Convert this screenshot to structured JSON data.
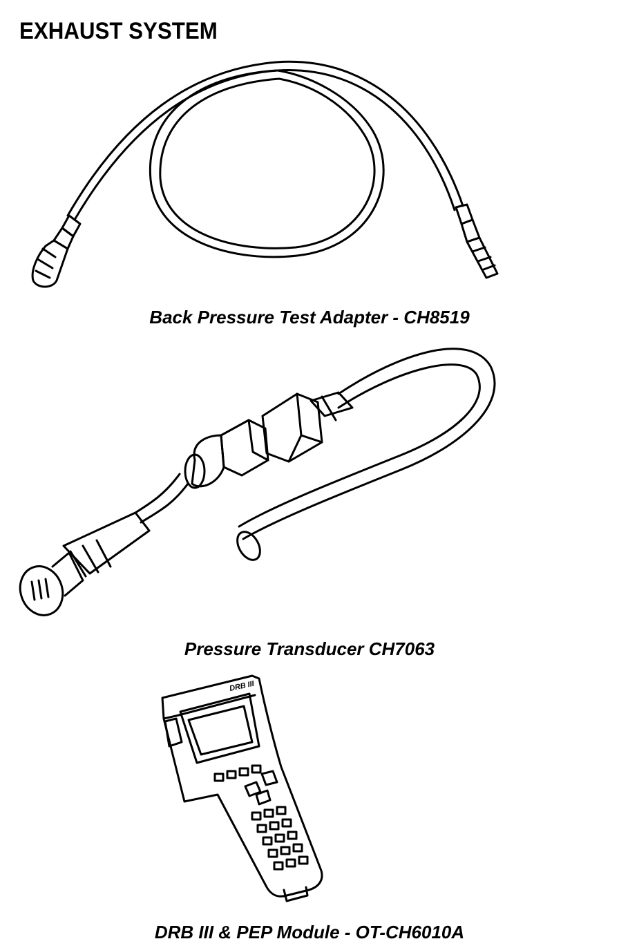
{
  "section_title": "EXHAUST SYSTEM",
  "tools": [
    {
      "caption": "Back Pressure Test Adapter - CH8519",
      "icon": "back-pressure-test-adapter"
    },
    {
      "caption": "Pressure Transducer CH7063",
      "icon": "pressure-transducer"
    },
    {
      "caption": "DRB III & PEP Module - OT-CH6010A",
      "icon": "drb-iii-scan-tool"
    }
  ],
  "device": {
    "brand_label": "DRB III"
  }
}
